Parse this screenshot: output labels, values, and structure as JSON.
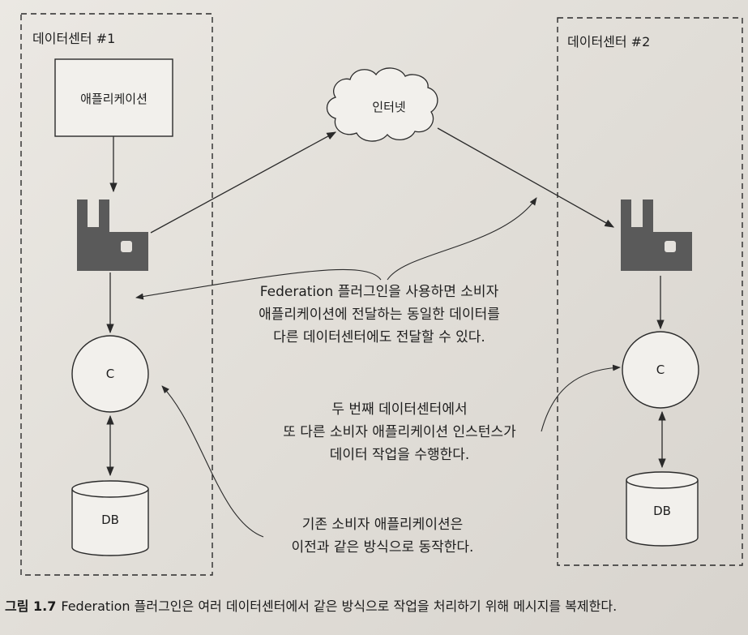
{
  "datacenters": [
    {
      "label": "데이터센터 #1"
    },
    {
      "label": "데이터센터 #2"
    }
  ],
  "nodes": {
    "application": "애플리케이션",
    "internet": "인터넷",
    "consumer_1": "C",
    "consumer_2": "C",
    "db_1": "DB",
    "db_2": "DB"
  },
  "callouts": {
    "federation": [
      "Federation 플러그인을 사용하면 소비자",
      "애플리케이션에 전달하는 동일한 데이터를",
      "다른 데이터센터에도 전달할 수 있다."
    ],
    "second_dc": [
      "두 번째 데이터센터에서",
      "또 다른 소비자 애플리케이션 인스턴스가",
      "데이터 작업을 수행한다."
    ],
    "existing": [
      "기존 소비자 애플리케이션은",
      "이전과 같은 방식으로 동작한다."
    ]
  },
  "caption": {
    "number": "그림 1.7",
    "text": "Federation 플러그인은 여러 데이터센터에서 같은 방식으로 작업을 처리하기 위해 메시지를 복제한다."
  },
  "colors": {
    "line": "#2a2a2a",
    "logo": "#5a5a5a",
    "box_fill": "#f2f0ec"
  },
  "icons": {
    "broker": "rabbitmq-logo-icon",
    "internet": "cloud-icon"
  }
}
